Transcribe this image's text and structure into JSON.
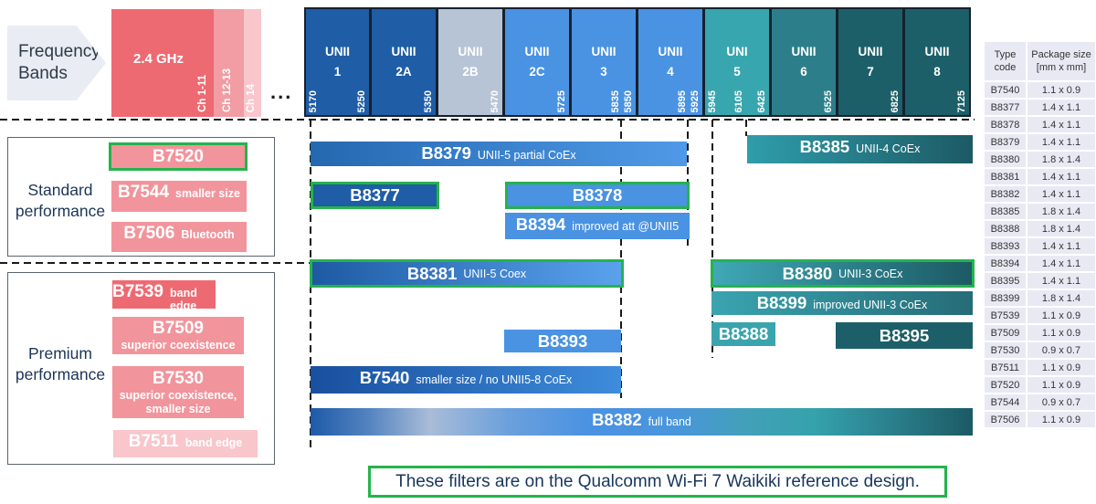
{
  "header": {
    "frequency_bands_label": "Frequency\nBands",
    "ellipsis": "...",
    "band_24ghz": {
      "label": "2.4 GHz",
      "channels": [
        "Ch 1-11",
        "Ch 12-13",
        "Ch 14"
      ]
    },
    "unii_bands": [
      {
        "line1": "UNII",
        "line2": "1",
        "freq_left": "5170",
        "freq_right_a": "5250"
      },
      {
        "line1": "UNII",
        "line2": "2A",
        "freq_right_a": "5350"
      },
      {
        "line1": "UNII",
        "line2": "2B",
        "freq_right_a": "5470"
      },
      {
        "line1": "UNII",
        "line2": "2C",
        "freq_right_a": "5725"
      },
      {
        "line1": "UNII",
        "line2": "3",
        "freq_right_a": "5850",
        "freq_right_b": "5835"
      },
      {
        "line1": "UNII",
        "line2": "4",
        "freq_right_a": "5925",
        "freq_right_b": "5895"
      },
      {
        "line1": "UNI",
        "line2": "5",
        "freq_left": "5945",
        "freq_mid": "6105",
        "freq_right_a": "6425"
      },
      {
        "line1": "UNII",
        "line2": "6",
        "freq_right_a": "6525"
      },
      {
        "line1": "UNII",
        "line2": "7",
        "freq_right_a": "6825"
      },
      {
        "line1": "UNII",
        "line2": "8",
        "freq_right_a": "7125"
      }
    ]
  },
  "groups": {
    "standard": {
      "label": "Standard\nperformance",
      "b7520": {
        "code": "B7520"
      },
      "b7544": {
        "code": "B7544",
        "note": "smaller size"
      },
      "b7506": {
        "code": "B7506",
        "note": "Bluetooth"
      }
    },
    "premium": {
      "label": "Premium\nperformance",
      "b7539": {
        "code": "B7539",
        "note": "band edge"
      },
      "b7509": {
        "code": "B7509",
        "note": "superior coexistence"
      },
      "b7530": {
        "code": "B7530",
        "note_line1": "superior coexistence,",
        "note_line2": "smaller size"
      },
      "b7511": {
        "code": "B7511",
        "note": "band edge"
      }
    }
  },
  "filters": {
    "b8379": {
      "code": "B8379",
      "note": "UNII-5 partial CoEx"
    },
    "b8385": {
      "code": "B8385",
      "note": "UNII-4 CoEx"
    },
    "b8377": {
      "code": "B8377"
    },
    "b8378": {
      "code": "B8378"
    },
    "b8394": {
      "code": "B8394",
      "note": "improved att @UNII5"
    },
    "b8381": {
      "code": "B8381",
      "note": "UNII-5 Coex"
    },
    "b8380": {
      "code": "B8380",
      "note": "UNII-3 CoEx"
    },
    "b8399": {
      "code": "B8399",
      "note": "improved UNII-3 CoEx"
    },
    "b8393": {
      "code": "B8393"
    },
    "b8388": {
      "code": "B8388"
    },
    "b8395": {
      "code": "B8395"
    },
    "b7540": {
      "code": "B7540",
      "note": "smaller size / no UNII5-8 CoEx"
    },
    "b8382": {
      "code": "B8382",
      "note": "full band"
    }
  },
  "package_table": {
    "header_col1": "Type\ncode",
    "header_col2": "Package size\n[mm x mm]",
    "rows": [
      {
        "code": "B7540",
        "size": "1.1 x 0.9"
      },
      {
        "code": "B8377",
        "size": "1.4 x 1.1"
      },
      {
        "code": "B8378",
        "size": "1.4 x 1.1"
      },
      {
        "code": "B8379",
        "size": "1.4 x 1.1"
      },
      {
        "code": "B8380",
        "size": "1.8 x 1.4"
      },
      {
        "code": "B8381",
        "size": "1.4 x 1.1"
      },
      {
        "code": "B8382",
        "size": "1.4 x 1.1"
      },
      {
        "code": "B8385",
        "size": "1.8 x 1.4"
      },
      {
        "code": "B8388",
        "size": "1.8 x 1.4"
      },
      {
        "code": "B8393",
        "size": "1.4 x 1.1"
      },
      {
        "code": "B8394",
        "size": "1.4 x 1.1"
      },
      {
        "code": "B8395",
        "size": "1.4 x 1.1"
      },
      {
        "code": "B8399",
        "size": "1.8 x 1.4"
      },
      {
        "code": "B7539",
        "size": "1.1 x 0.9"
      },
      {
        "code": "B7509",
        "size": "1.1 x 0.9"
      },
      {
        "code": "B7530",
        "size": "0.9 x 0.7"
      },
      {
        "code": "B7511",
        "size": "1.1 x 0.9"
      },
      {
        "code": "B7520",
        "size": "1.1 x 0.9"
      },
      {
        "code": "B7544",
        "size": "0.9 x 0.7"
      },
      {
        "code": "B7506",
        "size": "1.1 x 0.9"
      }
    ]
  },
  "footnote": "These filters are on the Qualcomm Wi-Fi 7 Waikiki reference design.",
  "colors": {
    "accent_green": "#25b34b",
    "dark_blue": "#1f5da6",
    "mid_blue": "#4a92e2",
    "gray_blue": "#b7c4d6",
    "teal": "#38a6ae",
    "mid_teal": "#2c7f8a",
    "dark_teal": "#1d5f68",
    "red": "#ee6a72",
    "pink": "#f2949c",
    "light_pink": "#f8c6cb",
    "navy_text": "#1c3557"
  }
}
